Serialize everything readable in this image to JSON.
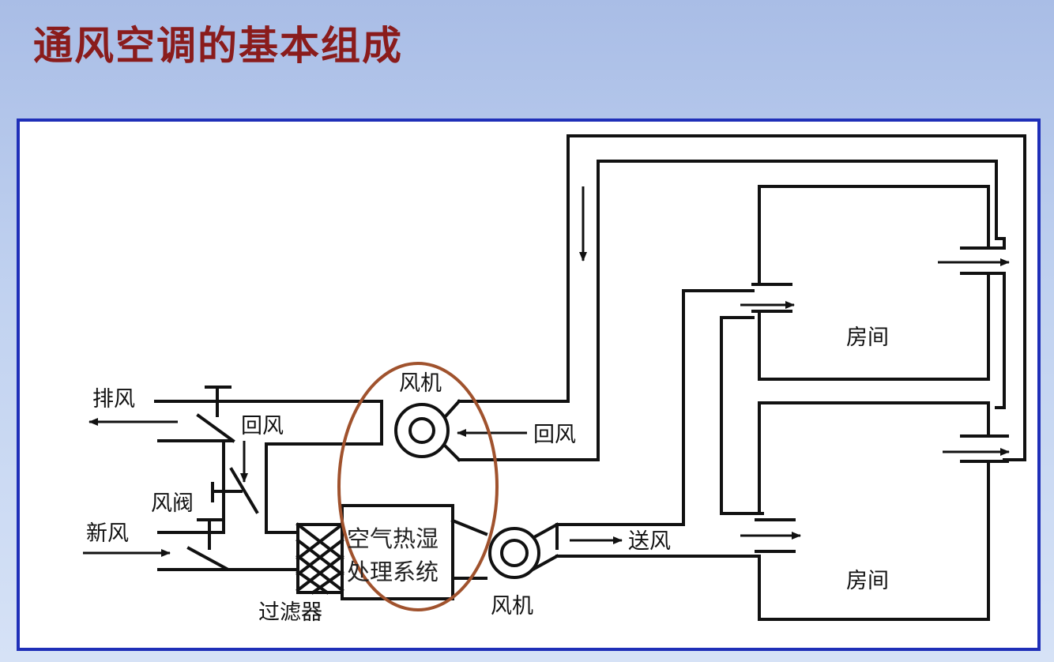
{
  "title": "通风空调的基本组成",
  "labels": {
    "exhaust_air": "排风",
    "return_air_left": "回风",
    "damper": "风阀",
    "fresh_air": "新风",
    "filter": "过滤器",
    "fan_top": "风机",
    "return_air_right": "回风",
    "treatment_line1": "空气热湿",
    "treatment_line2": "处理系统",
    "fan_bottom": "风机",
    "supply_air": "送风",
    "room_upper": "房间",
    "room_lower": "房间"
  },
  "colors": {
    "title": "#8a1c1c",
    "frame_border": "#1f2fb8",
    "highlight_ellipse": "#a0522d",
    "lines": "#111111"
  }
}
